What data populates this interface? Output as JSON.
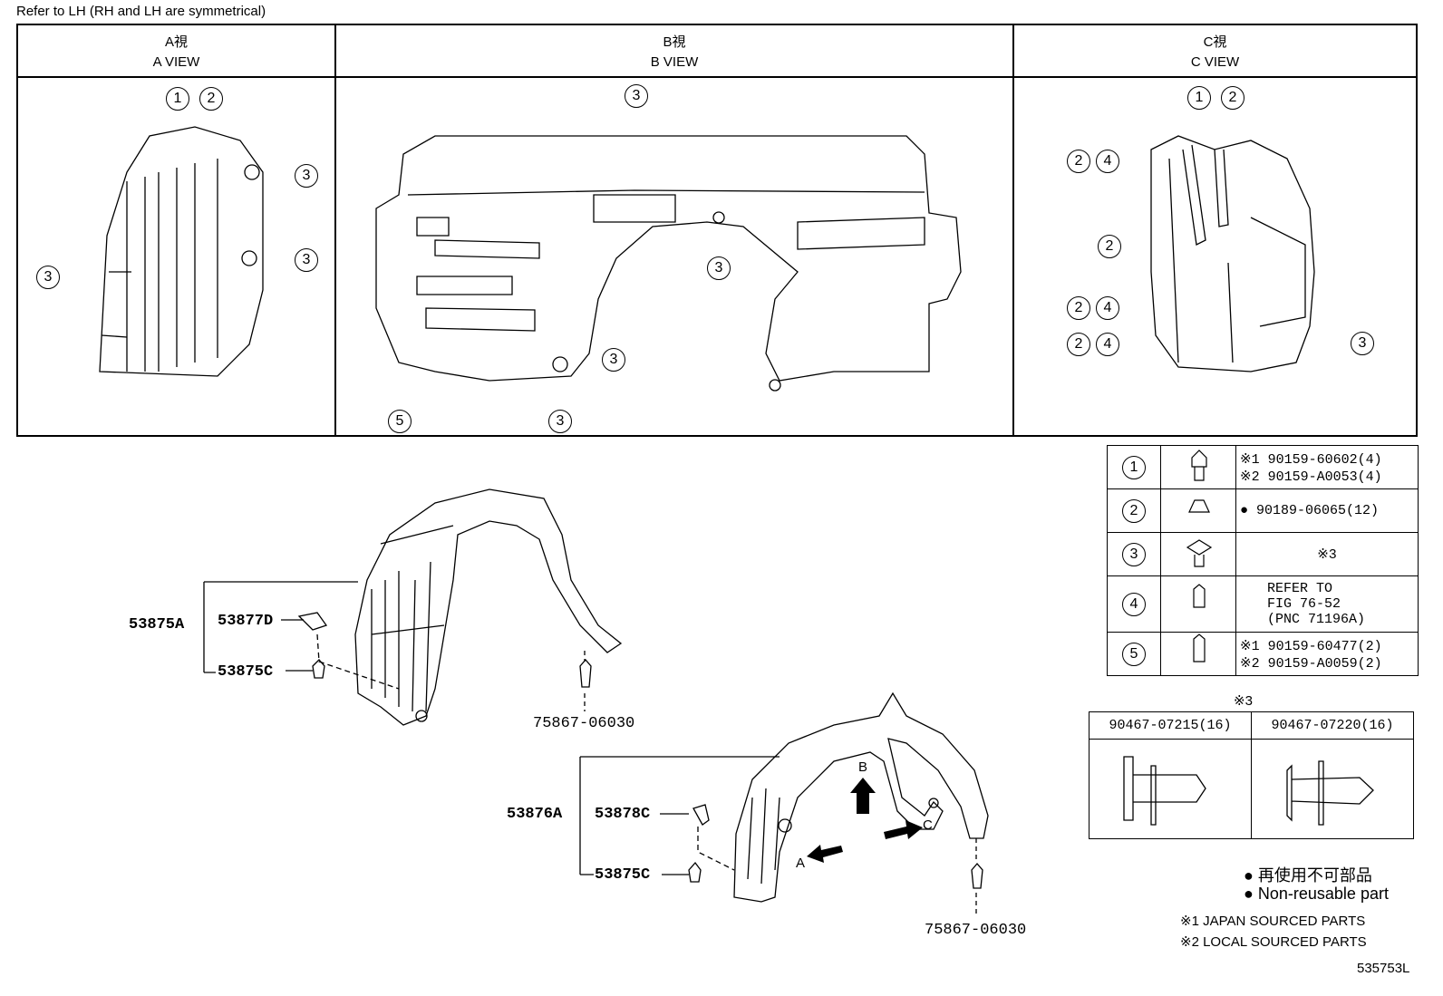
{
  "header_note": "Refer to LH (RH and LH are symmetrical)",
  "views": [
    {
      "jp": "A視",
      "en": "A VIEW"
    },
    {
      "jp": "B視",
      "en": "B VIEW"
    },
    {
      "jp": "C視",
      "en": "C VIEW"
    }
  ],
  "callouts": {
    "n1": "1",
    "n2": "2",
    "n3": "3",
    "n4": "4",
    "n5": "5"
  },
  "fastener_table": [
    {
      "id": "1",
      "icon": "screw-icon",
      "line1": "※1 90159-60602(4)",
      "line2": "※2 90159-A0053(4)"
    },
    {
      "id": "2",
      "icon": "nut-icon",
      "line1": "● 90189-06065(12)",
      "line2": ""
    },
    {
      "id": "3",
      "icon": "clip-icon",
      "line1": "※3",
      "line2": ""
    },
    {
      "id": "4",
      "icon": "bolt-icon",
      "line1": "REFER TO",
      "line2": "FIG 76-52",
      "line3": "(PNC 71196A)"
    },
    {
      "id": "5",
      "icon": "screw-icon",
      "line1": "※1 90159-60477(2)",
      "line2": "※2 90159-A0059(2)"
    }
  ],
  "clip_table": {
    "title": "※3",
    "col1": "90467-07215(16)",
    "col2": "90467-07220(16)"
  },
  "parts": {
    "p53875A": "53875A",
    "p53877D": "53877D",
    "p53875C_top": "53875C",
    "p75867_top": "75867-06030",
    "p53876A": "53876A",
    "p53878C": "53878C",
    "p53875C_bottom": "53875C",
    "p75867_bottom": "75867-06030"
  },
  "arrows": {
    "a": "A",
    "b": "B",
    "c": "C"
  },
  "legend": {
    "jp": "再使用不可部品",
    "en": "Non-reusable part",
    "note1": "※1 JAPAN SOURCED PARTS",
    "note2": "※2 LOCAL SOURCED PARTS"
  },
  "figure_id": "535753L"
}
